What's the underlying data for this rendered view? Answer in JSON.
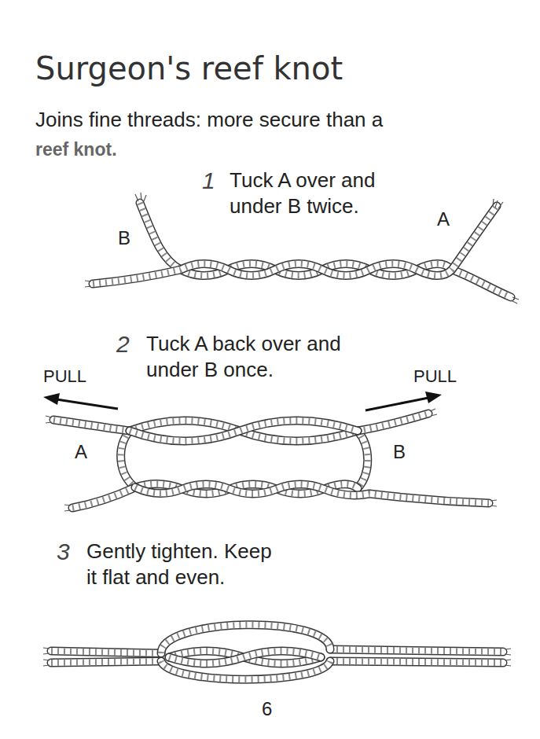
{
  "diagram": {
    "title": "Surgeon's reef knot",
    "labels": [
      "Joins fine threads: more secure than a",
      "reef knot.",
      "1",
      "Tuck A over and under B twice.",
      "A",
      "B",
      "2",
      "Tuck A back over and under B once.",
      "PULL",
      "PULL",
      "A",
      "B",
      "3",
      "Gently tighten. Keep it flat and even.",
      "6"
    ]
  }
}
